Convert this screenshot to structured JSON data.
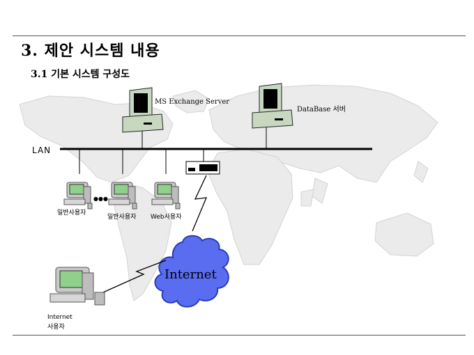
{
  "slide": {
    "heading_num": "3.",
    "heading_text": "제안 시스템 내용",
    "sub_num": "3.1",
    "sub_text": "기본 시스템 구성도"
  },
  "diagram": {
    "lan_label": "LAN",
    "exchange_server": "MS Exchange Server",
    "db_server": "DataBase 서버",
    "user1": "일반사용자",
    "user2": "일반사용자",
    "web_user": "Web사용자",
    "cloud_label": "Internet",
    "internet_user_line1": "Internet",
    "internet_user_line2": "사용자",
    "ellipsis": "●●●"
  },
  "colors": {
    "map": "#ebebeb",
    "map_edge": "#d3d3d3",
    "cloud": "#5a6cf0",
    "cloud_edge": "#2b3bb8",
    "server": "#c8d8c0",
    "screen_green": "#8fd08a"
  }
}
